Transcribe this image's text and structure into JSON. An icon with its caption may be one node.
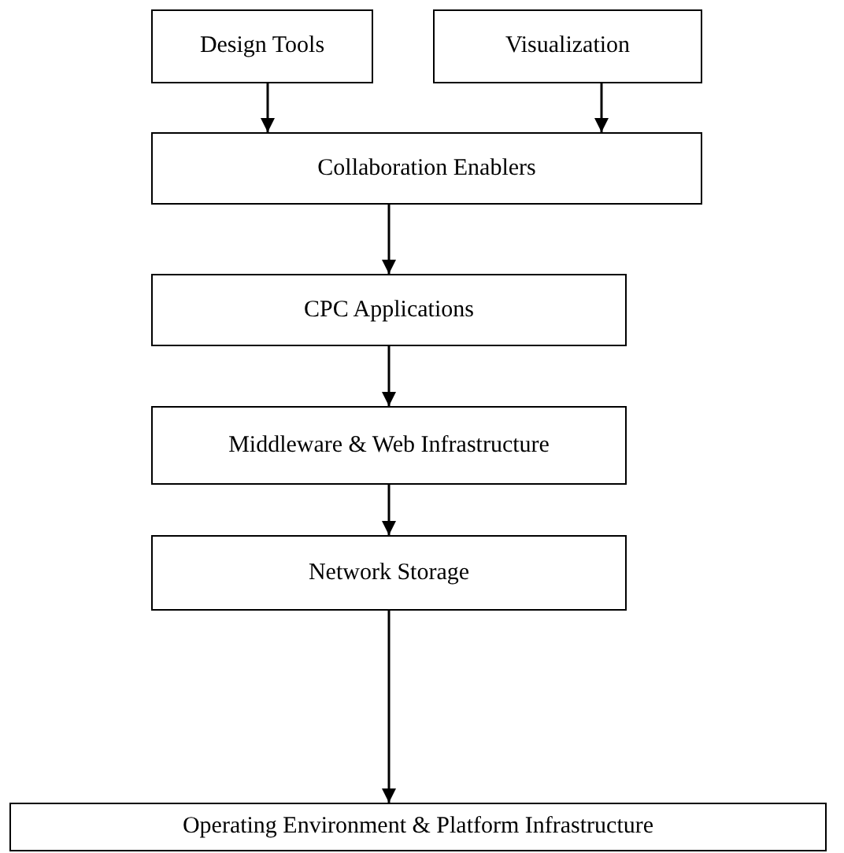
{
  "diagram": {
    "nodes": [
      {
        "text": [
          "Design Tools"
        ]
      },
      {
        "text": [
          "Visualization"
        ]
      },
      {
        "text": [
          "Collaboration Enablers"
        ]
      },
      {
        "text": [
          "CPC Applications"
        ]
      },
      {
        "text": [
          "Middleware & Web Infrastructure"
        ]
      },
      {
        "text": [
          "Network Storage"
        ]
      },
      {
        "text": [
          "Operating Environment & Platform Infrastructure"
        ]
      }
    ],
    "edges": [
      {
        "from": 0,
        "to": 2,
        "arrow": "to"
      },
      {
        "from": 1,
        "to": 2,
        "arrow": "to"
      },
      {
        "from": 2,
        "to": 3,
        "arrow": "to"
      },
      {
        "from": 3,
        "to": 4,
        "arrow": "to"
      },
      {
        "from": 4,
        "to": 5,
        "arrow": "to"
      },
      {
        "from": 5,
        "to": 6,
        "arrow": "to"
      }
    ]
  }
}
